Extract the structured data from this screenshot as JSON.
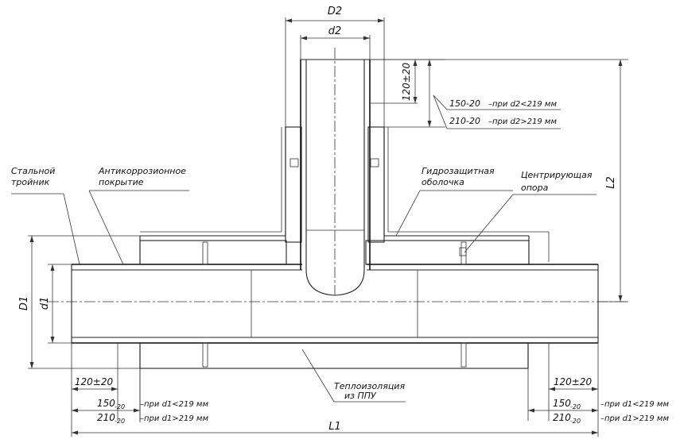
{
  "dimensions": {
    "D2": "D2",
    "d2": "d2",
    "branch_offset": "120±20",
    "offset_150": "150-20",
    "offset_210": "210-20",
    "note_d2_lt": "–при d2<219 мм",
    "note_d2_gt": "–при d2>219 мм",
    "L2": "L2",
    "D1": "D1",
    "d1": "d1",
    "left_offset": "120±20",
    "right_offset": "120±20",
    "left_150": "150",
    "left_210": "210",
    "right_150": "150",
    "right_210": "210",
    "tol_sub": "-20",
    "note_d1_lt": "–при d1<219 мм",
    "note_d1_gt": "–при d1>219 мм",
    "L1": "L1"
  },
  "labels": {
    "steel_tee_1": "Стальной",
    "steel_tee_2": "тройник",
    "anticorrosion_1": "Антикоррозионное",
    "anticorrosion_2": "покрытие",
    "hydro_shell_1": "Гидрозащитная",
    "hydro_shell_2": "оболочка",
    "centering_1": "Центрирующая",
    "centering_2": "опора",
    "insulation_1": "Теплоизоляция",
    "insulation_2": "из ППУ"
  },
  "colors": {
    "line": "#222222",
    "background": "#ffffff"
  }
}
